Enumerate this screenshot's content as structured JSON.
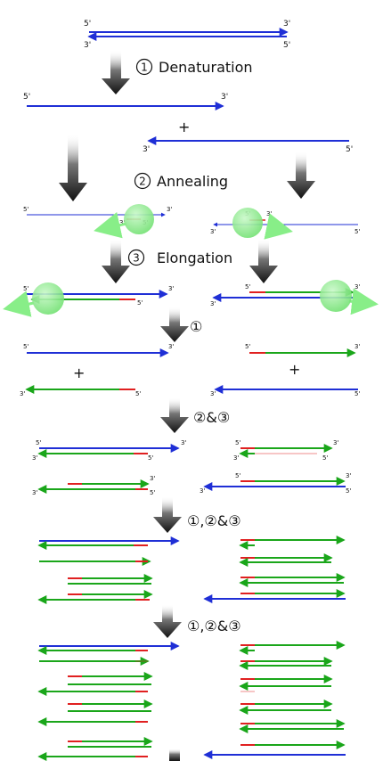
{
  "steps": {
    "s1": {
      "number": "1",
      "label": "Denaturation"
    },
    "s2": {
      "number": "2",
      "label": "Annealing"
    },
    "s3": {
      "number": "3",
      "label": "Elongation"
    }
  },
  "cycles": {
    "c1": {
      "text": "①"
    },
    "c2": {
      "text": "②&③"
    },
    "c3": {
      "text": "①,②&③"
    },
    "c4": {
      "text": "①,②&③"
    }
  },
  "ends": {
    "five_prime": "5'",
    "three_prime": "3'"
  },
  "plus": "+",
  "colors": {
    "template": "#1f2fd6",
    "new_strand": "#1aa61a",
    "primer": "#e02020",
    "polymerase": "#88ee88",
    "arrow": "#222222"
  }
}
